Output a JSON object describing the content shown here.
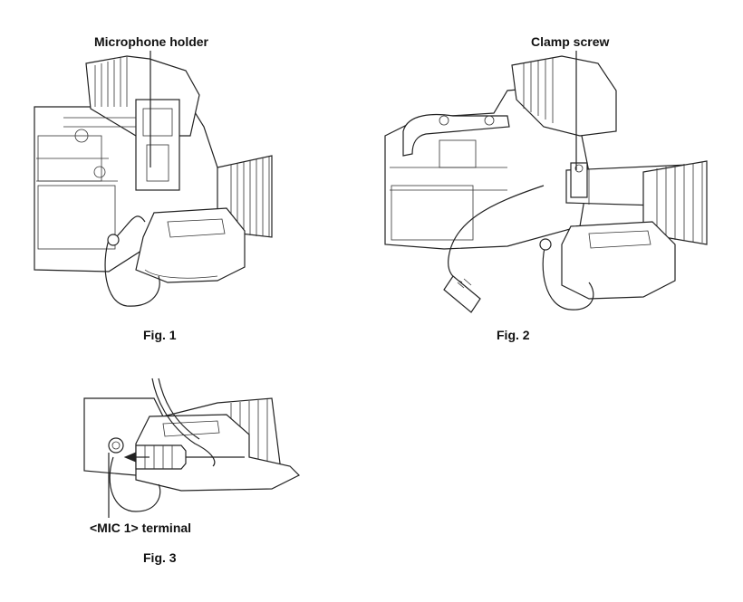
{
  "labels": {
    "microphone_holder": "Microphone holder",
    "clamp_screw": "Clamp screw",
    "mic1_terminal": "<MIC 1> terminal"
  },
  "figures": {
    "fig1": "Fig. 1",
    "fig2": "Fig. 2",
    "fig3": "Fig. 3"
  }
}
